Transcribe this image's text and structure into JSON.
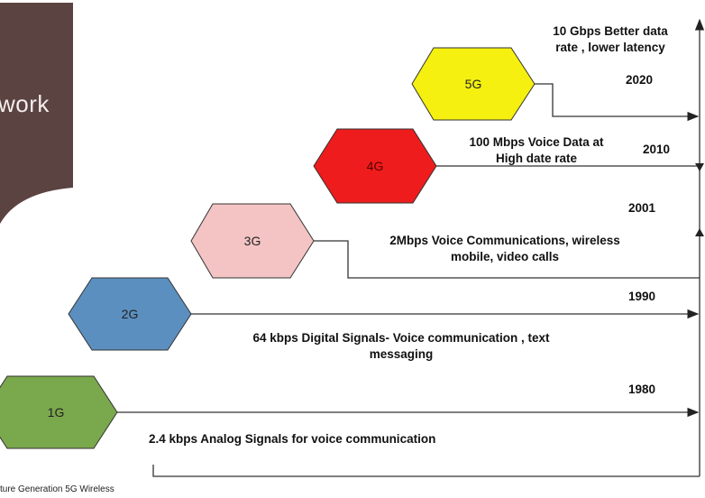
{
  "slide": {
    "panel_text": "work",
    "caption": "ture Generation 5G Wireless"
  },
  "generations": [
    {
      "label": "1G",
      "color": "#7aa84c",
      "description": "2.4 kbps   Analog Signals for voice communication",
      "year": "1980"
    },
    {
      "label": "2G",
      "color": "#5b8fbf",
      "description": "64 kbps Digital Signals- Voice communication , text messaging",
      "year": "1990"
    },
    {
      "label": "3G",
      "color": "#f4c4c4",
      "description": "2Mbps Voice Communications, wireless mobile, video calls",
      "year": "2001"
    },
    {
      "label": "4G",
      "color": "#ee1c1c",
      "description": "100 Mbps Voice Data at High date rate",
      "year": "2010"
    },
    {
      "label": "5G",
      "color": "#f5f00f",
      "description": "10 Gbps Better data rate , lower latency",
      "year": "2020"
    }
  ],
  "text": {
    "g1_desc": "2.4 kbps   Analog Signals for voice communication",
    "g2_desc_l1": "64 kbps Digital Signals- Voice communication , text",
    "g2_desc_l2": "messaging",
    "g3_desc_l1": "2Mbps Voice Communications, wireless",
    "g3_desc_l2": "mobile, video calls",
    "g4_desc_l1": "100 Mbps Voice Data at",
    "g4_desc_l2": "High date rate",
    "g5_desc_l1": "10 Gbps Better data",
    "g5_desc_l2": "rate , lower latency",
    "y1980": "1980",
    "y1990": "1990",
    "y2001": "2001",
    "y2010": "2010",
    "y2020": "2020",
    "h1": "1G",
    "h2": "2G",
    "h3": "3G",
    "h4": "4G",
    "h5": "5G"
  }
}
